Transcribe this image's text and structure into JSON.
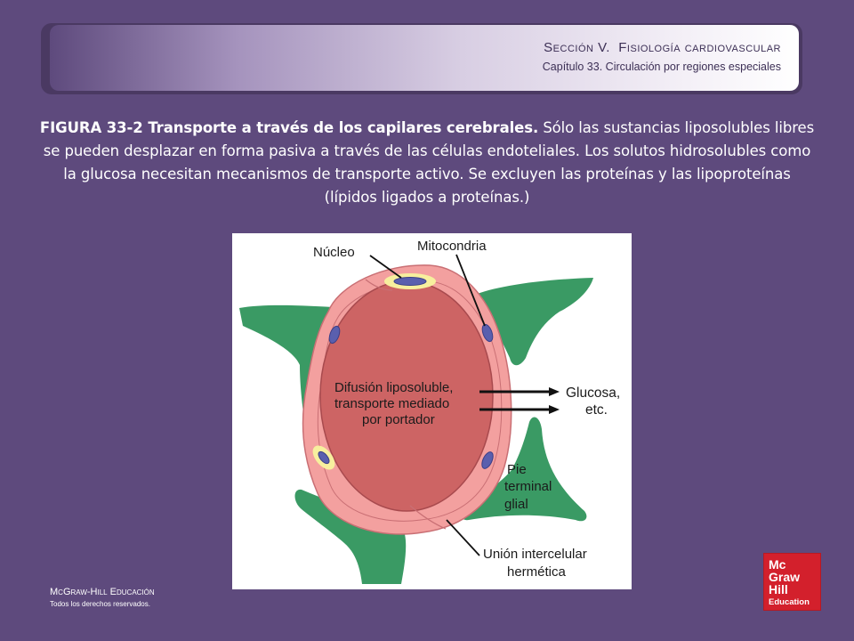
{
  "header": {
    "section": "Sección V.",
    "section_subject": "Fisiología cardiovascular",
    "chapter": "Capítulo 33.  Circulación por regiones especiales"
  },
  "caption": {
    "figure_label": "FIGURA 33-2 Transporte a través de los capilares cerebrales.",
    "text": "Sólo las sustancias liposolubles libres se pueden desplazar en forma pasiva a través de las células endoteliales. Los solutos hidrosolubles como la glucosa necesitan mecanismos de transporte activo. Se excluyen las proteínas y las lipoproteínas (lípidos ligados a proteínas.)"
  },
  "diagram": {
    "labels": {
      "nucleus": "Núcleo",
      "mitochondria": "Mitocondria",
      "center_line1": "Difusión liposoluble,",
      "center_line2": "transporte mediado",
      "center_line3": "por portador",
      "glucose_line1": "Glucosa,",
      "glucose_line2": "etc.",
      "glial_line1": "Pie",
      "glial_line2": "terminal",
      "glial_line3": "glial",
      "junction_line1": "Unión intercelular",
      "junction_line2": "hermética"
    },
    "colors": {
      "glial": "#3a9a64",
      "endothelium": "#f3a09f",
      "lumen": "#cd6464",
      "nucleus": "#5a5fae",
      "nucleus_halo": "#f7ef9e"
    }
  },
  "footer": {
    "brand": "McGraw-Hill Educación",
    "rights": "Todos los derechos reservados."
  },
  "logo": {
    "line1": "Mc",
    "line2": "Graw",
    "line3": "Hill",
    "line4": "Education"
  }
}
